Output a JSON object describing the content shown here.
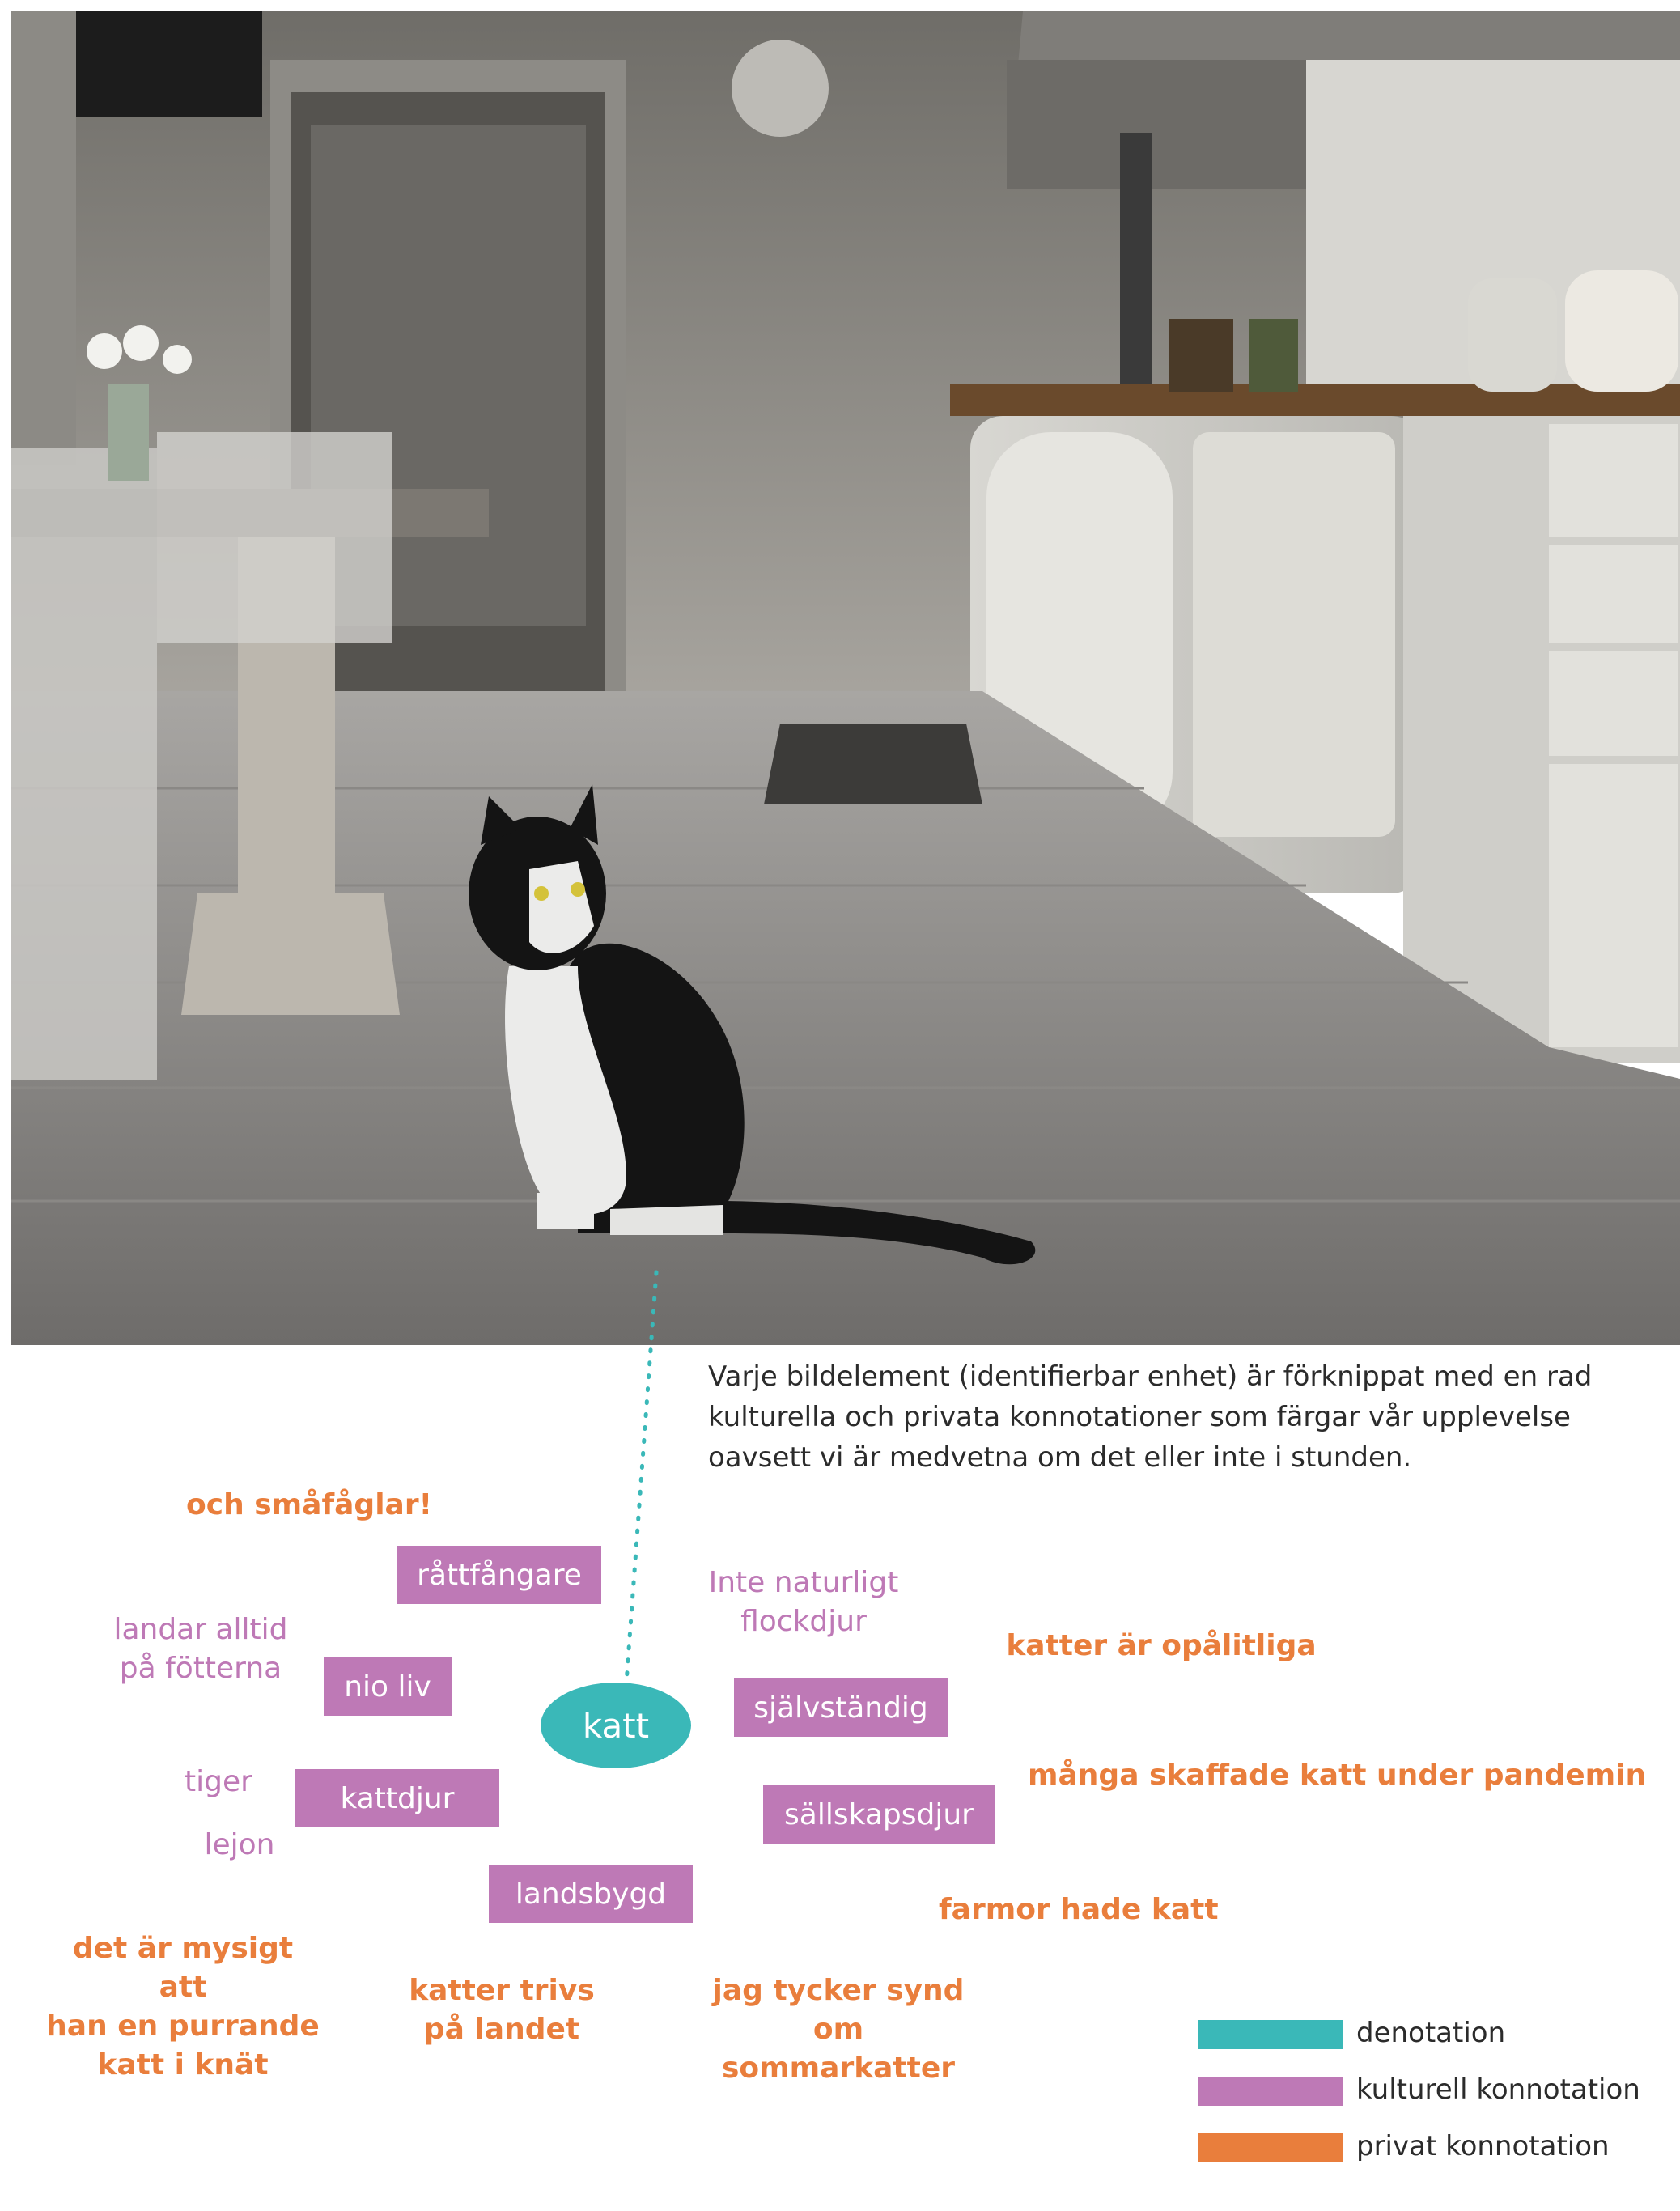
{
  "caption": "Varje bildelement (identifierbar enhet) är förknippat med en rad kulturella och privata konnotationer som färgar vår upplevelse oavsett vi är medvetna om det eller inte i stunden.",
  "center": "katt",
  "cultural_boxes": {
    "rattfangare": "råttfångare",
    "nio_liv": "nio liv",
    "kattdjur": "kattdjur",
    "landsbygd": "landsbygd",
    "sjalvstandig": "självständig",
    "sallskapsdjur": "sällskapsdjur"
  },
  "cultural_texts": {
    "landar": "landar alltid\npå fötterna",
    "tiger": "tiger",
    "lejon": "lejon",
    "flockdjur": "Inte naturligt\nflockdjur"
  },
  "private_texts": {
    "smafaglar": "och småfåglar!",
    "opalitliga": "katter är opålitliga",
    "pandemin": "många skaffade katt under pandemin",
    "farmor": "farmor hade katt",
    "mysigt": "det är mysigt att\nhan en purrande\nkatt i knät",
    "trivs": "katter trivs\npå landet",
    "synd": "jag tycker synd om\nsommarkatter"
  },
  "legend": {
    "denotation": "denotation",
    "kulturell": "kulturell konnotation",
    "privat": "privat konnotation"
  },
  "colors": {
    "denotation": "#3ab8b8",
    "cultural": "#be79b6",
    "private": "#e97e3c"
  }
}
